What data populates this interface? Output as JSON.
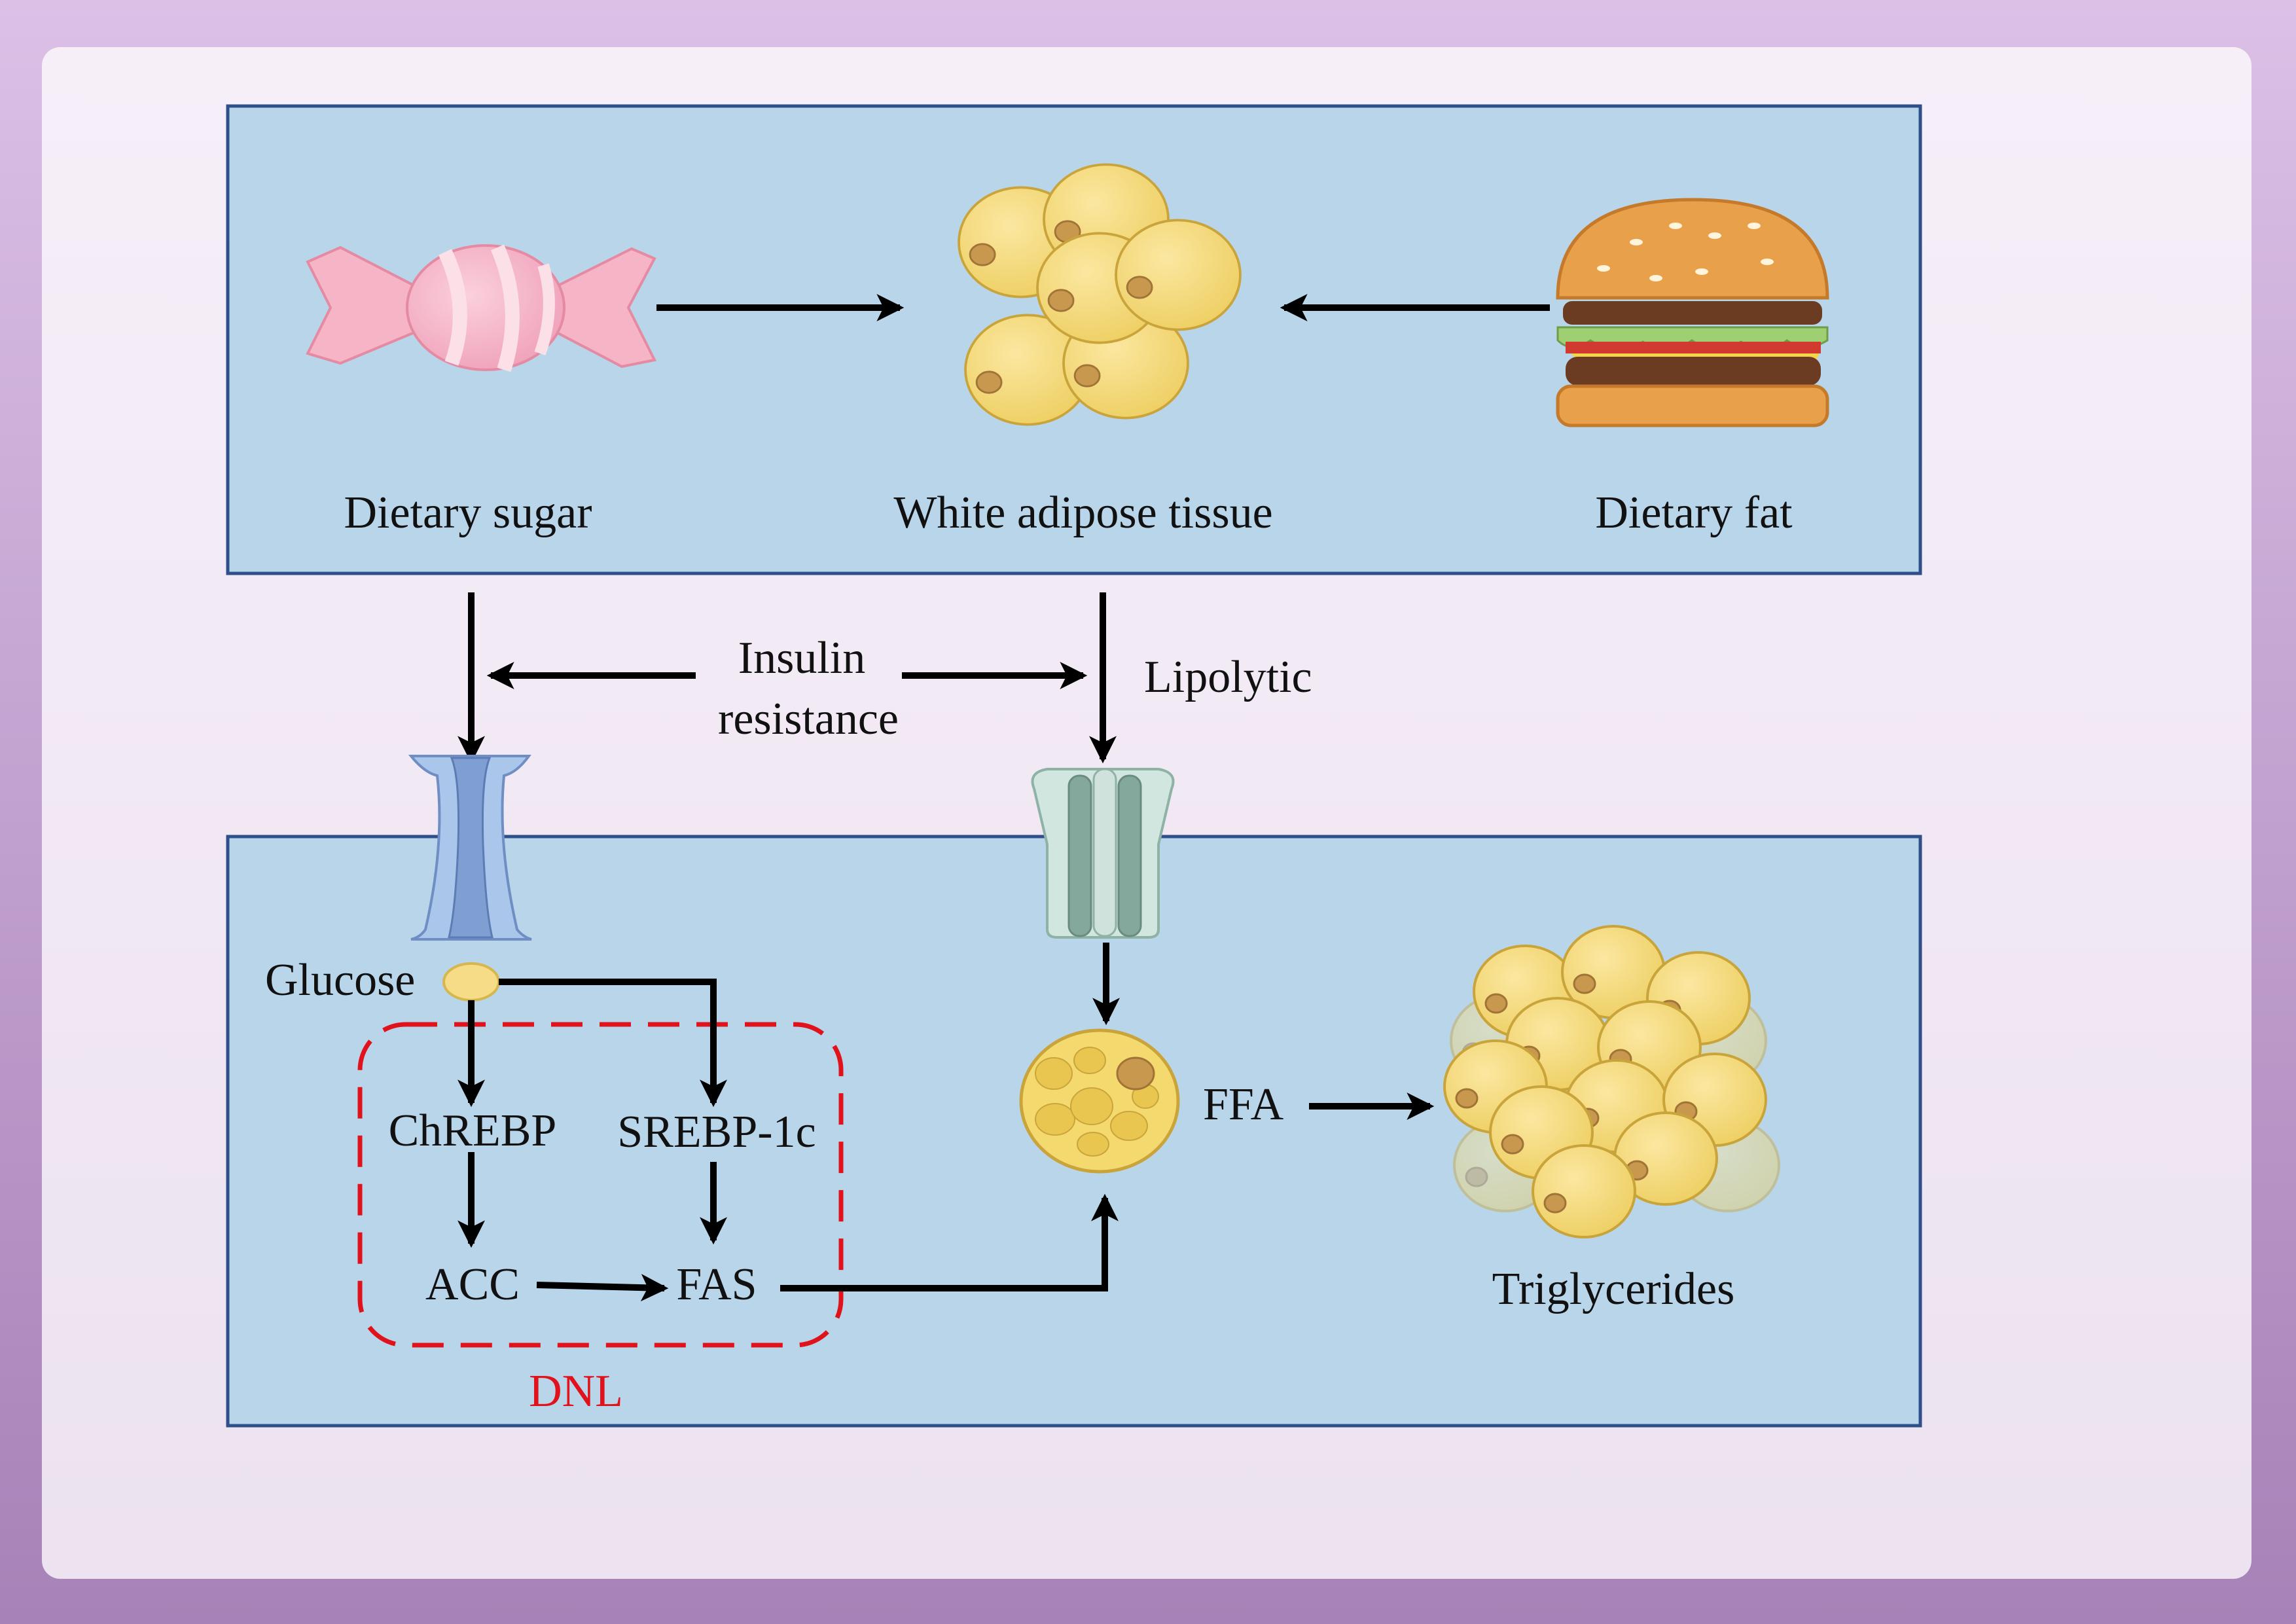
{
  "top_panel": {
    "sugar_label": "Dietary sugar",
    "adipose_label": "White adipose tissue",
    "fat_label": "Dietary fat"
  },
  "middle": {
    "insulin_line1": "Insulin",
    "insulin_line2": "resistance",
    "lipolytic_label": "Lipolytic"
  },
  "bottom_panel": {
    "glucose_label": "Glucose",
    "chrebp_label": "ChREBP",
    "srebp_label": "SREBP-1c",
    "acc_label": "ACC",
    "fas_label": "FAS",
    "dnl_label": "DNL",
    "ffa_label": "FFA",
    "triglycerides_label": "Triglycerides"
  },
  "colors": {
    "frame": "#b58fc8",
    "panel_fill": "#b9d5ea",
    "panel_border": "#2f4f8a",
    "dnl_red": "#e0121b",
    "arrow": "#000000"
  }
}
